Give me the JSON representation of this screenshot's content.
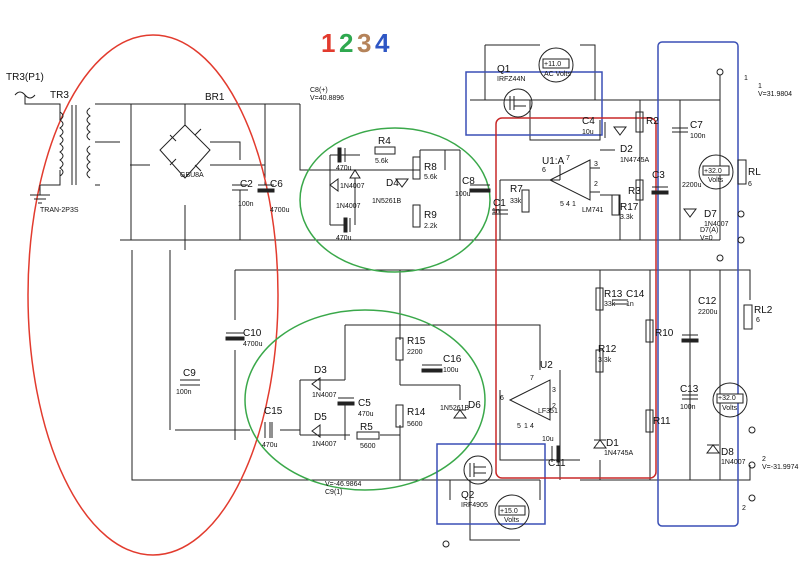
{
  "title_digits": [
    {
      "text": "1",
      "color": "#e23b2e"
    },
    {
      "text": "2",
      "color": "#2fa84f"
    },
    {
      "text": "3",
      "color": "#b5835a"
    },
    {
      "text": "4",
      "color": "#2e56c4"
    }
  ],
  "highlight_colors": {
    "red": "#e23b2e",
    "green": "#3aa84a",
    "blue": "#3a4fb5",
    "darkred": "#c82828"
  },
  "labels": {
    "tr3p1": "TR3(P1)",
    "tr3": "TR3",
    "tran": "TRAN-2P3S",
    "br1": "BR1",
    "gbu": "GBU8A",
    "c8": "C8(+)",
    "c8v": "V=40.8896",
    "c9": "C9(1)",
    "c9v": "V=-46.9864",
    "c2": "C2",
    "c2v": "100n",
    "c6": "C6",
    "c6v": "4700u",
    "c10": "C10",
    "c10v": "4700u",
    "c9n": "C9",
    "c9nv": "100n",
    "c15": "C15",
    "c15v": "470u",
    "r4": "R4",
    "r4v": "5.6k",
    "r8": "R8",
    "r8v": "5.6k",
    "r9": "R9",
    "r9v": "2.2k",
    "d4": "D4",
    "d4v": "1N5261B",
    "c8n": "C8",
    "c8nv": "100u",
    "c1": "C1",
    "c1v": "1n",
    "n470a": "470u",
    "n4007a": "1N4007",
    "n4007b": "1N4007",
    "n470b": "470u",
    "r7": "R7",
    "r7v": "33k",
    "u1a": "U1:A",
    "lm741": "LM741",
    "r17": "R17",
    "r17v": "3.3k",
    "r3": "R3",
    "r2": "R2",
    "c4": "C4",
    "c4v": "10u",
    "d2": "D2",
    "d2v": "1N4745A",
    "q1": "Q1",
    "q1v": "IRFZ44N",
    "meter1": "+11.0",
    "meter1u": "AC Volts",
    "c3": "C3",
    "c3v": "2200u",
    "c7": "C7",
    "c7v": "100n",
    "d7": "D7",
    "d7v": "1N4007",
    "d7b": "D7(A)",
    "d7bv": "V=0",
    "meter2": "+32.0",
    "meter2u": "Volts",
    "rl": "RL",
    "rlv": "6",
    "node1": "1",
    "node1v": "V=31.9804",
    "r13": "R13",
    "r13v": "33k",
    "c14": "C14",
    "c14v": "1n",
    "r10": "R10",
    "c12": "C12",
    "c12v": "2200u",
    "rl2": "RL2",
    "rl2v": "6",
    "r15": "R15",
    "r15v": "2200",
    "c16": "C16",
    "c16v": "100u",
    "r14": "R14",
    "r14v": "5600",
    "d6": "D6",
    "d6v": "1N5261B",
    "u2": "U2",
    "lf351": "LF351",
    "r12": "R12",
    "r12v": "3.3k",
    "r11": "R11",
    "c13": "C13",
    "c13v": "100n",
    "meter3": "+32.0",
    "meter3u": "Volts",
    "d8": "D8",
    "d8v": "1N4007",
    "node2": "2",
    "node2v": "V=-31.9974",
    "d3": "D3",
    "d3v": "1N4007",
    "d5": "D5",
    "d5v": "1N4007",
    "c5": "C5",
    "c5v": "470u",
    "r5": "R5",
    "r5v": "5600",
    "d1": "D1",
    "d1v": "1N4745A",
    "c11": "C11",
    "c11v": "10u",
    "q2": "Q2",
    "q2v": "IRF4905",
    "meter4": "+15.0",
    "meter4u": "Volts",
    "pin6a": "6",
    "pin2a": "2",
    "pin3a": "3",
    "pin7a": "7",
    "pin4a": "4",
    "pin6b": "6",
    "pin2b": "2",
    "pin3b": "3",
    "pin7b": "7",
    "pin4b": "4",
    "pin5a": "5",
    "pin1a": "1",
    "pin5b": "5",
    "pin1b": "1",
    "t1": "1",
    "t2": "2"
  }
}
